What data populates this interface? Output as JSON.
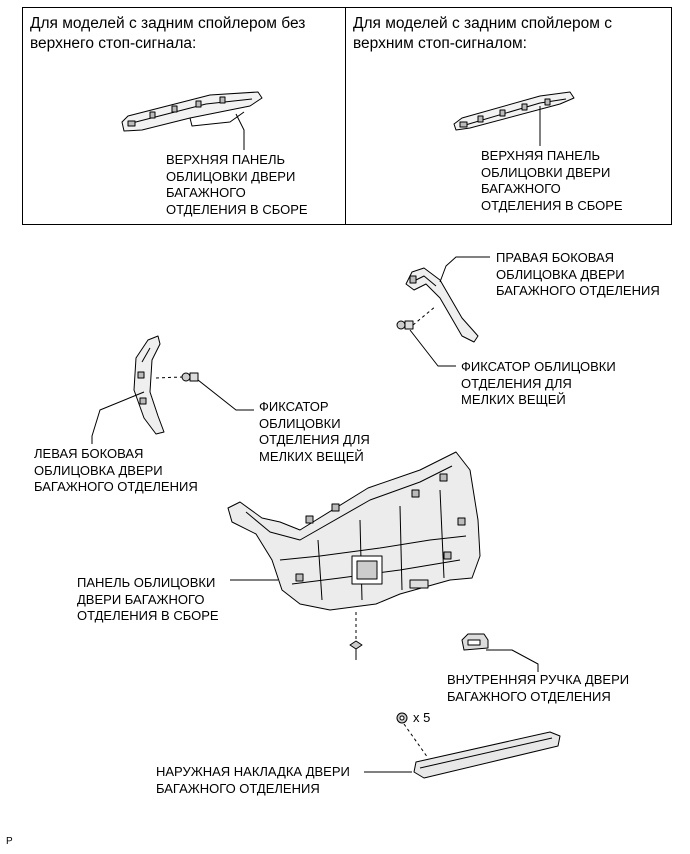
{
  "panels": {
    "left_header": "Для моделей с задним спойлером без\nверхнего стоп-сигнала:",
    "right_header": "Для моделей с задним спойлером с\nверхним стоп-сигналом:",
    "left_part_label": "ВЕРХНЯЯ ПАНЕЛЬ\nОБЛИЦОВКИ ДВЕРИ\nБАГАЖНОГО\nОТДЕЛЕНИЯ В СБОРЕ",
    "right_part_label": "ВЕРХНЯЯ ПАНЕЛЬ\nОБЛИЦОВКИ ДВЕРИ\nБАГАЖНОГО\nОТДЕЛЕНИЯ В СБОРЕ"
  },
  "labels": {
    "right_side_trim": "ПРАВАЯ БОКОВАЯ\nОБЛИЦОВКА ДВЕРИ\nБАГАЖНОГО ОТДЕЛЕНИЯ",
    "right_retainer": "ФИКСАТОР ОБЛИЦОВКИ\nОТДЕЛЕНИЯ ДЛЯ\nМЕЛКИХ ВЕЩЕЙ",
    "left_retainer": "ФИКСАТОР\nОБЛИЦОВКИ\nОТДЕЛЕНИЯ ДЛЯ\nМЕЛКИХ ВЕЩЕЙ",
    "left_side_trim": "ЛЕВАЯ БОКОВАЯ\nОБЛИЦОВКА ДВЕРИ\nБАГАЖНОГО ОТДЕЛЕНИЯ",
    "door_trim_panel": "ПАНЕЛЬ ОБЛИЦОВКИ\nДВЕРИ БАГАЖНОГО\nОТДЕЛЕНИЯ В СБОРЕ",
    "inside_handle": "ВНУТРЕННЯЯ РУЧКА ДВЕРИ\nБАГАЖНОГО ОТДЕЛЕНИЯ",
    "clip_count": "x 5",
    "outside_garnish": "НАРУЖНАЯ НАКЛАДКА ДВЕРИ\nБАГАЖНОГО ОТДЕЛЕНИЯ"
  },
  "corner_mark": "P"
}
